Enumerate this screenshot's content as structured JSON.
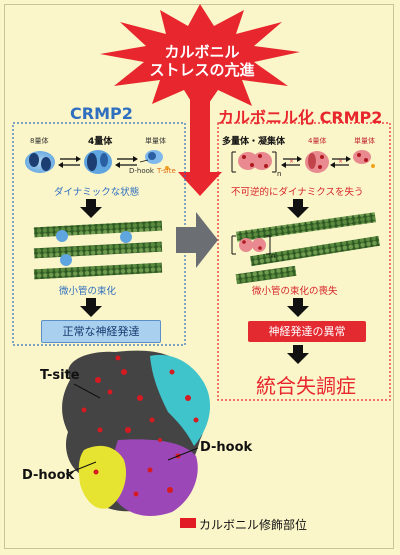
{
  "stress": {
    "line1": "カルボニル",
    "line2": "ストレスの亢進"
  },
  "left": {
    "title": "CRMP2",
    "label_8mer": "8量体",
    "label_4mer": "4量体",
    "label_mono": "単量体",
    "dhook": "D-hook",
    "tsite": "T-site",
    "dynamic": "ダイナミックな状態",
    "bundle": "微小管の束化",
    "outcome": "正常な神経発達"
  },
  "right": {
    "title": "カルボニル化 CRMP2",
    "multimer": "多量体・凝集体",
    "label_4mer": "4量体",
    "label_mono": "単量体",
    "subscript_n": "n",
    "loss": "不可逆的にダイナミクスを失う",
    "bundle_loss": "微小管の束化の喪失",
    "abnormal": "神経発達の異常",
    "disease": "統合失調症"
  },
  "structure": {
    "tsite": "T-site",
    "dhook_right": "D-hook",
    "dhook_left": "D-hook"
  },
  "legend": {
    "text": "カルボニル修飾部位",
    "color": "#e21c24"
  },
  "colors": {
    "blue": "#2f6fc0",
    "red": "#e8262d",
    "background": "#fbf6c9",
    "microtubule": "#3d6b2e"
  }
}
